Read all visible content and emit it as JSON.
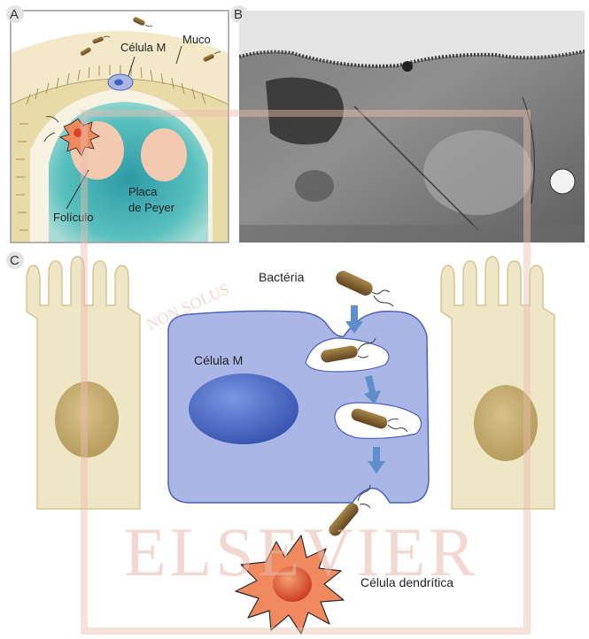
{
  "panels": {
    "a": {
      "letter": "A",
      "labels": {
        "m_cell": "Célula M",
        "mucus": "Muco",
        "follicle": "Folículo",
        "peyer_line1": "Placa",
        "peyer_line2": "de Peyer"
      }
    },
    "b": {
      "letter": "B"
    },
    "c": {
      "letter": "C",
      "labels": {
        "bacterium": "Bactéria",
        "m_cell": "Célula M",
        "dendritic_cell": "Célula dendrítica"
      }
    }
  },
  "watermark": {
    "publisher": "ELSEVIER",
    "motto": "NON SOLUS"
  },
  "colors": {
    "epithelium_cell": "#efe6c6",
    "epithelium_nucleus": "#c9b277",
    "m_cell": "#aab6e6",
    "m_cell_nucleus": "#3f61c2",
    "dendritic_cell": "#f08a5e",
    "dendritic_nucleus": "#d9452a",
    "bacterium": "#8a6a35",
    "arrow": "#5e8fc9",
    "peyer_patch": "#4fb6b3",
    "follicle": "#f3c9b0",
    "mucus": "#f3e8c8",
    "watermark": "#e8b9ac"
  }
}
